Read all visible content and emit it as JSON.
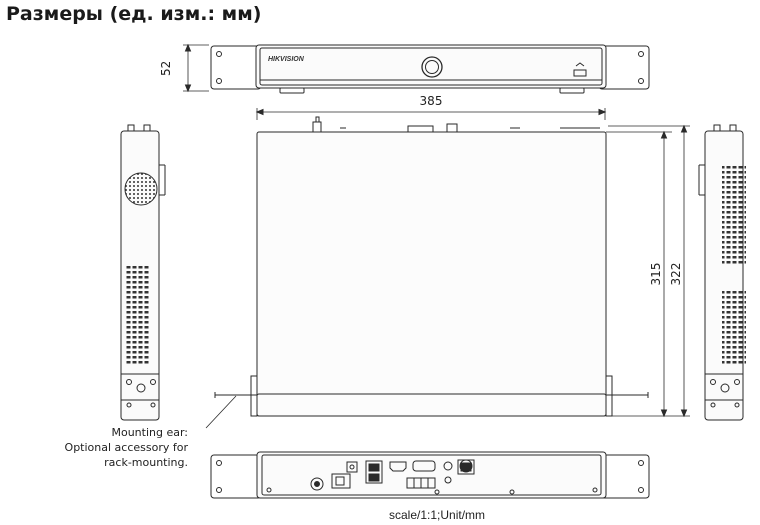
{
  "title": "Размеры (ед. изм.: мм)",
  "brand_logo": "HIKVISION",
  "dimensions": {
    "height": "52",
    "width": "385",
    "depth": "315",
    "depth_total": "322"
  },
  "callout": {
    "line1": "Mounting ear:",
    "line2": "Optional accessory for",
    "line3": "rack-mounting."
  },
  "scale_note": "scale/1:1;Unit/mm"
}
